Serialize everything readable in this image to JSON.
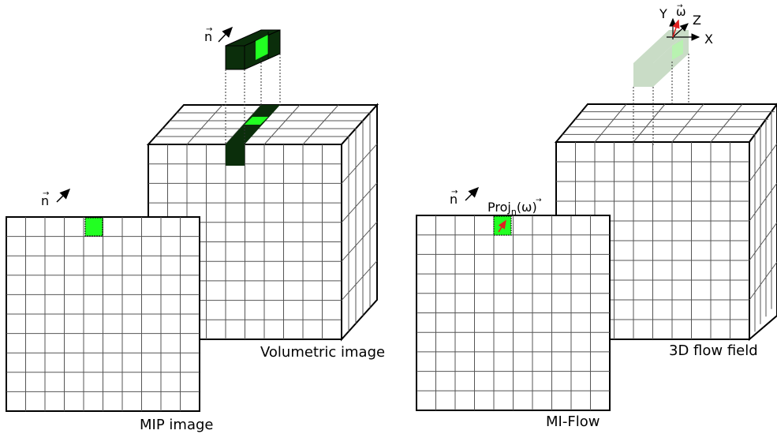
{
  "colors": {
    "grid": "#555555",
    "edge": "#000000",
    "dark_green": "#0b2e0b",
    "bright_green": "#22ff22",
    "faded_green": "#c9dcc6",
    "faded_bright": "#b8f2b0",
    "arrow_red": "#e02020"
  },
  "left_panel": {
    "volume_label": "Volumetric image",
    "mip_label": "MIP image",
    "n_label_top": "n",
    "n_label_front": "n"
  },
  "right_panel": {
    "volume_label": "3D flow field",
    "mip_label": "MI-Flow",
    "n_label_front": "n",
    "proj_label": "Proj",
    "proj_sub": "n",
    "proj_arg": "(ω)",
    "axis_x": "X",
    "axis_y": "Y",
    "axis_z": "Z",
    "axis_omega": "ω"
  }
}
